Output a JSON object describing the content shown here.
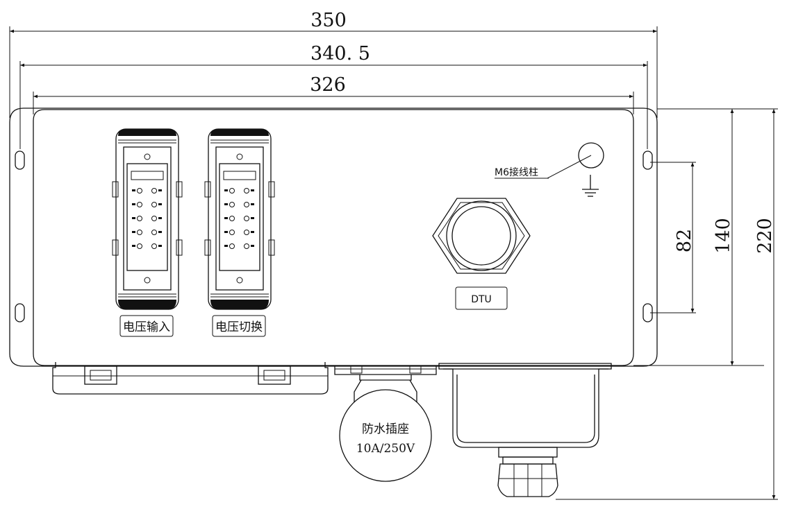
{
  "dimensions": {
    "width_350": "350",
    "width_340_5": "340. 5",
    "width_326": "326",
    "height_82": "82",
    "height_140": "140",
    "height_220": "220"
  },
  "labels": {
    "connector_1": "电压输入",
    "connector_2": "电压切换",
    "dtu": "DTU",
    "terminal": "M6接线柱",
    "socket_line1": "防水插座",
    "socket_line2": "10A/250V"
  },
  "icons": {
    "ground": "ground-symbol-icon"
  }
}
